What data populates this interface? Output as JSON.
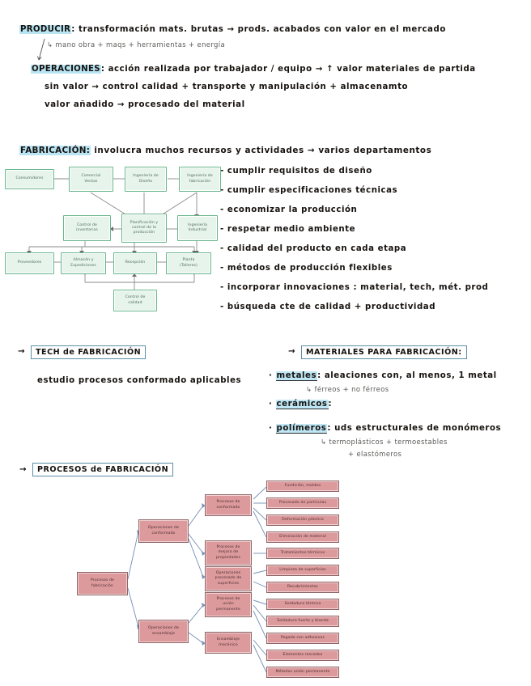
{
  "notes": {
    "producir": {
      "keyword": "PRODUCIR",
      "line1": ": transformación mats. brutas → prods. acabados con valor en el mercado",
      "sub1": "↳ mano obra + maqs + herramientas + energía"
    },
    "operaciones": {
      "keyword": "OPERACIONES",
      "line1": ": acción realizada por trabajador / equipo  →  ↑ valor materiales de partida",
      "line2": "sin valor → control calidad + transporte  y  manipulación  +  almacenamto",
      "line3": "valor añadido → procesado del material"
    },
    "fabricacion": {
      "keyword": "FABRICACIÓN:",
      "line1": "involucra  muchos  recursos  y  actividades   →   varios  departamentos",
      "bullets": [
        "- cumplir requisitos de diseño",
        "- cumplir especificaciones  técnicas",
        "-  economizar  la  producción",
        "-  respetar  medio  ambiente",
        "-  calidad  del producto  en  cada  etapa",
        "-  métodos  de  producción  flexibles",
        "-  incorporar  innovaciones : material, tech, mét. prod",
        "-  búsqueda  cte de  calidad  + productividad"
      ]
    },
    "tech": {
      "arrow": "→",
      "title": "TECH de FABRICACIÓN",
      "body": "estudio  procesos  conformado  aplicables"
    },
    "materiales": {
      "arrow": "→",
      "title": "MATERIALES  PARA  FABRICACIÓN:",
      "items": [
        {
          "bullet": "·",
          "term": "metales",
          "rest": ": aleaciones con, al menos, 1 metal",
          "sub": "↳ férreos + no férreos"
        },
        {
          "bullet": "·",
          "term": "cerámicos",
          "rest": ":",
          "sub": ""
        },
        {
          "bullet": "·",
          "term": "polímeros",
          "rest": ": uds estructurales  de  monómeros",
          "sub": "↳ termoplásticos  +  termoestables",
          "sub2": "+ elastómeros"
        }
      ]
    },
    "procesos": {
      "arrow": "→",
      "title": "PROCESOS de FABRICACIÓN"
    }
  },
  "org_chart": {
    "name": "organigrama-fabricacion",
    "boxes": [
      {
        "id": "consumidores",
        "label": "Consumidores"
      },
      {
        "id": "comercial",
        "label": "Comercial\nVentas"
      },
      {
        "id": "ing-diseno",
        "label": "Ingeniería de\nDiseño"
      },
      {
        "id": "ing-fab",
        "label": "Ingeniería de\nfabricación"
      },
      {
        "id": "control-inv",
        "label": "Control de\ninventarios"
      },
      {
        "id": "planificacion",
        "label": "Planificación y\ncontrol de la\nproducción"
      },
      {
        "id": "ing-industrial",
        "label": "Ingeniería\nIndustrial"
      },
      {
        "id": "proveedores",
        "label": "Proveedores"
      },
      {
        "id": "almacen",
        "label": "Almacén y\nExpediciones"
      },
      {
        "id": "recepcion",
        "label": "Recepción"
      },
      {
        "id": "planta",
        "label": "Planta\n(Talleres)"
      },
      {
        "id": "control-cal",
        "label": "Control de\ncalidad"
      }
    ]
  },
  "process_tree": {
    "name": "arbol-procesos-fabricacion",
    "root": "Procesos de\nfabricación",
    "level1": [
      "Operaciones de\nconformado",
      "Operaciones de\nensamblaje"
    ],
    "level2": [
      "Procesos de\nconformado",
      "Procesos de\nmejora de\npropiedades",
      "Operaciones\nprocesado de\nsuperficies",
      "Procesos de\nunión\npermanente",
      "Ensamblaje\nmecánico"
    ],
    "leaves": [
      "Fundición, moldeo",
      "Procesado de partículas",
      "Deformación plástica",
      "Eliminación de material",
      "Tratamientos térmicos",
      "Limpieza de superficies",
      "Recubrimientos",
      "Soldadura térmica",
      "Soldadura fuerte y blanda",
      "Pegado con adhesivos",
      "Elementos roscados",
      "Métodos unión permanente"
    ]
  },
  "colors": {
    "highlight": "#b9e4f3",
    "green_fill": "#e6f4ec",
    "green_border": "#68b68c",
    "pink_fill": "#dd9a9c",
    "pink_border": "#8c6466",
    "tree_line": "#7a93b8",
    "box_border": "#5d8fa6",
    "ink": "#17130f"
  }
}
